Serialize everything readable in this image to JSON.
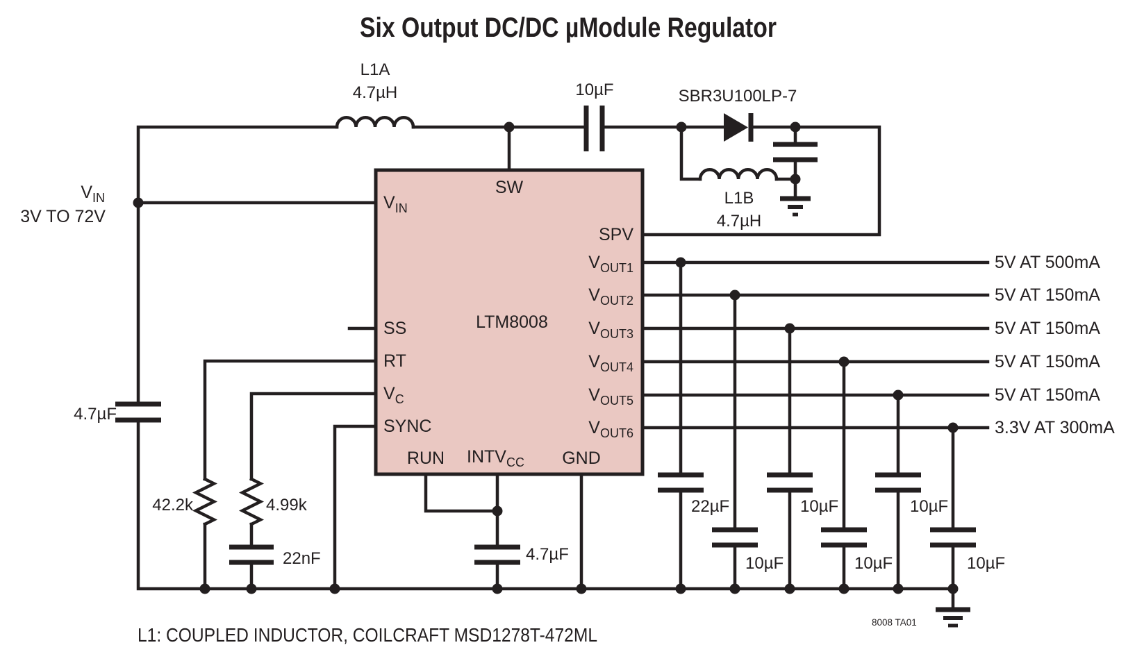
{
  "title": "Six Output DC/DC µModule Regulator",
  "note": "L1: COUPLED INDUCTOR, COILCRAFT MSD1278T-472ML",
  "figure_id": "8008 TA01",
  "colors": {
    "line": "#231f20",
    "ic_fill": "#eac8c2",
    "background": "#ffffff"
  },
  "input": {
    "label_main": "V",
    "label_sub": "IN",
    "range": "3V TO 72V",
    "cap": "4.7µF"
  },
  "ic": {
    "name": "LTM8008",
    "pin_vin": {
      "main": "V",
      "sub": "IN"
    },
    "pin_ss": "SS",
    "pin_rt": "RT",
    "pin_vc": {
      "main": "V",
      "sub": "C"
    },
    "pin_sync": "SYNC",
    "pin_sw": "SW",
    "pin_spv": "SPV",
    "pin_run": "RUN",
    "pin_intvcc": {
      "main": "INTV",
      "sub": "CC"
    },
    "pin_gnd": "GND",
    "pin_vout": [
      {
        "main": "V",
        "sub": "OUT1"
      },
      {
        "main": "V",
        "sub": "OUT2"
      },
      {
        "main": "V",
        "sub": "OUT3"
      },
      {
        "main": "V",
        "sub": "OUT4"
      },
      {
        "main": "V",
        "sub": "OUT5"
      },
      {
        "main": "V",
        "sub": "OUT6"
      }
    ]
  },
  "components": {
    "l1a": {
      "name": "L1A",
      "value": "4.7µH"
    },
    "l1b": {
      "name": "L1B",
      "value": "4.7µH"
    },
    "diode": "SBR3U100LP-7",
    "coupling_cap": "10µF",
    "rt_resistor": "42.2k",
    "vc_resistor": "4.99k",
    "vc_cap": "22nF",
    "intvcc_cap": "4.7µF",
    "output_caps": [
      "22µF",
      "10µF",
      "10µF",
      "10µF",
      "10µF",
      "10µF"
    ]
  },
  "outputs": [
    "5V AT 500mA",
    "5V AT 150mA",
    "5V AT 150mA",
    "5V AT 150mA",
    "5V AT 150mA",
    "3.3V AT 300mA"
  ]
}
